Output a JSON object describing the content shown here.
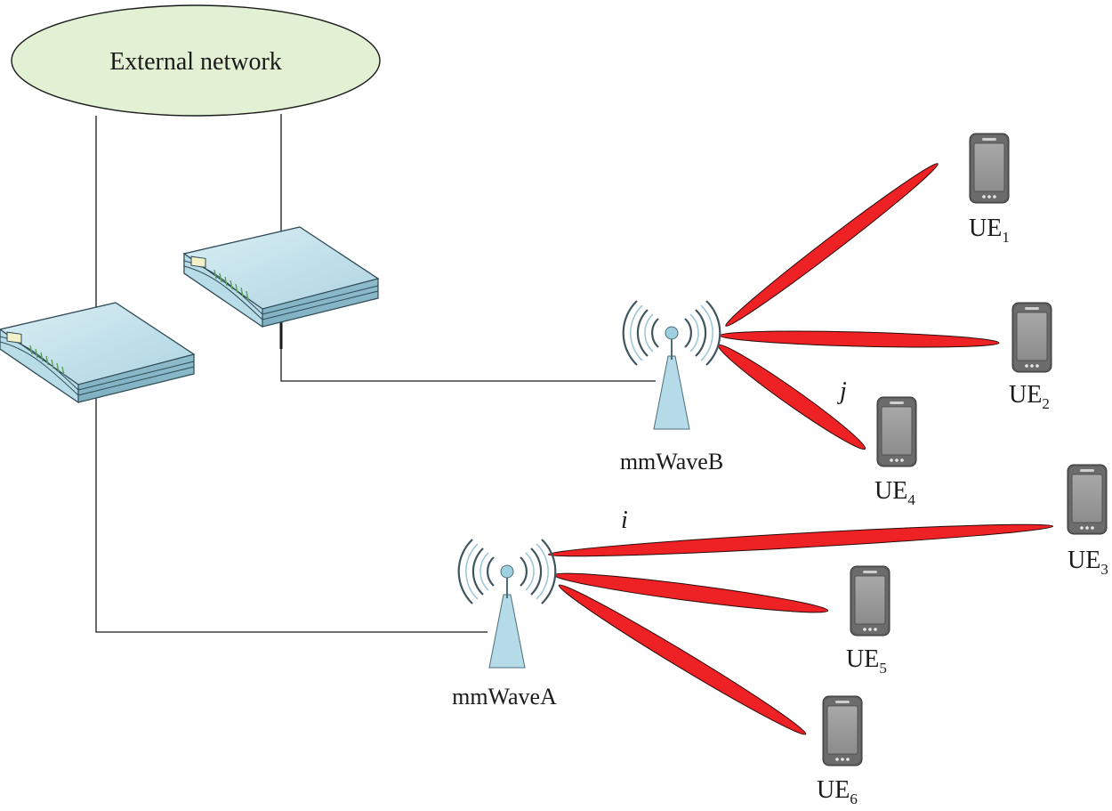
{
  "external_network": {
    "label": "External network"
  },
  "base_stations": {
    "a": {
      "label": "mmWaveA"
    },
    "b": {
      "label": "mmWaveB"
    }
  },
  "user_equipment": [
    {
      "id": "ue1",
      "base": "UE",
      "sub": "1"
    },
    {
      "id": "ue2",
      "base": "UE",
      "sub": "2"
    },
    {
      "id": "ue3",
      "base": "UE",
      "sub": "3"
    },
    {
      "id": "ue4",
      "base": "UE",
      "sub": "4"
    },
    {
      "id": "ue5",
      "base": "UE",
      "sub": "5"
    },
    {
      "id": "ue6",
      "base": "UE",
      "sub": "6"
    }
  ],
  "beam_labels": {
    "i": "i",
    "j": "j"
  },
  "colors": {
    "beam": "#ee2124",
    "cloud": "#e2f0d4",
    "tower": "#b5dbe8",
    "router": "#c6e3ec",
    "phone_body": "#6a6a6a",
    "phone_screen": "#9a9a9a"
  }
}
